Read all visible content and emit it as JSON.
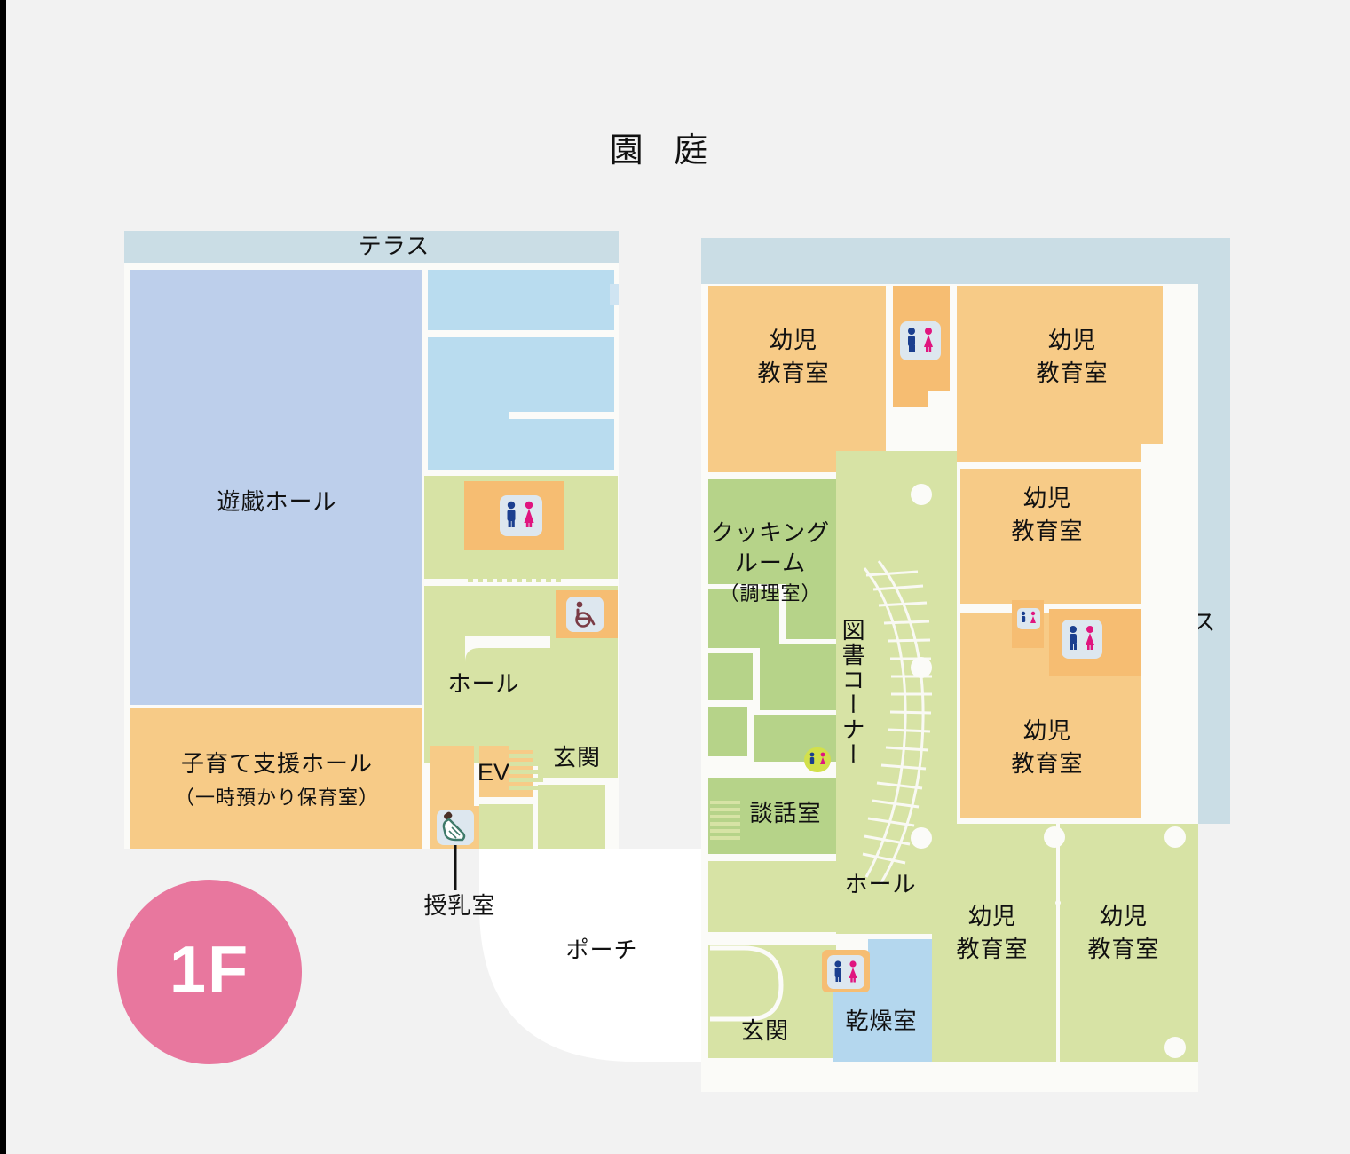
{
  "page": {
    "background_color": "#f2f2f2",
    "title": "園 庭",
    "floor_badge": {
      "label": "1F",
      "color": "#e8779e",
      "text_color": "#ffffff"
    }
  },
  "palette": {
    "terrace": "#cadde5",
    "hall_blue": "#bdcfeb",
    "room_blue_light": "#b9dcef",
    "dryroom_blue": "#b4d7ee",
    "orange_room": "#f7cb87",
    "orange_deep": "#f6bd72",
    "green_light": "#d7e3a5",
    "green_mid": "#b6d389",
    "wall_white": "#fbfbf8",
    "porch_white": "#ffffff",
    "text": "#111111",
    "toilet_male": "#1b3f8f",
    "toilet_female": "#e0157f",
    "wheelchair": "#7a3b45",
    "bottle": "#3f7a6a",
    "kids_toilet_bg": "#d2e04a"
  },
  "left_building": {
    "rooms": [
      {
        "key": "terrace_left",
        "label": "テラス"
      },
      {
        "key": "play_hall",
        "label": "遊戯ホール"
      },
      {
        "key": "support_hall",
        "label_line1": "子育て支援ホール",
        "label_line2": "（一時預かり保育室）"
      },
      {
        "key": "hall_left",
        "label": "ホール"
      },
      {
        "key": "elevator",
        "label": "EV"
      },
      {
        "key": "entrance_left",
        "label": "玄関"
      }
    ],
    "callouts": [
      {
        "key": "nursing_room",
        "label": "授乳室",
        "icon": "baby-bottle-icon"
      }
    ],
    "icons": [
      {
        "key": "toilet_left_main",
        "icon": "restroom-icon"
      },
      {
        "key": "accessible_toilet_left",
        "icon": "wheelchair-accessible-icon"
      }
    ],
    "outside": [
      {
        "key": "porch",
        "label": "ポーチ"
      }
    ]
  },
  "right_building": {
    "rooms": [
      {
        "key": "terrace_top_right",
        "label": ""
      },
      {
        "key": "terrace_right",
        "label": "テラス"
      },
      {
        "key": "kinder_room_1",
        "label_line1": "幼児",
        "label_line2": "教育室"
      },
      {
        "key": "kinder_room_2",
        "label_line1": "幼児",
        "label_line2": "教育室"
      },
      {
        "key": "kinder_room_3",
        "label_line1": "幼児",
        "label_line2": "教育室"
      },
      {
        "key": "kinder_room_4",
        "label_line1": "幼児",
        "label_line2": "教育室"
      },
      {
        "key": "kinder_room_5",
        "label_line1": "幼児",
        "label_line2": "教育室"
      },
      {
        "key": "kinder_room_6",
        "label_line1": "幼児",
        "label_line2": "教育室"
      },
      {
        "key": "cooking_room",
        "label_line1": "クッキング",
        "label_line2": "ルーム",
        "label_line3": "（調理室）"
      },
      {
        "key": "library_corner",
        "label": "図書コーナー"
      },
      {
        "key": "lounge_room",
        "label": "談話室"
      },
      {
        "key": "hall_right",
        "label": "ホール"
      },
      {
        "key": "entrance_right",
        "label": "玄関"
      },
      {
        "key": "drying_room",
        "label": "乾燥室"
      }
    ],
    "icons": [
      {
        "key": "toilet_top_center",
        "icon": "restroom-icon"
      },
      {
        "key": "toilet_mid_small",
        "icon": "kids-restroom-icon"
      },
      {
        "key": "toilet_mid_right",
        "icon": "restroom-icon"
      },
      {
        "key": "toilet_library_small",
        "icon": "kids-restroom-icon"
      },
      {
        "key": "toilet_bottom",
        "icon": "restroom-icon"
      }
    ]
  }
}
